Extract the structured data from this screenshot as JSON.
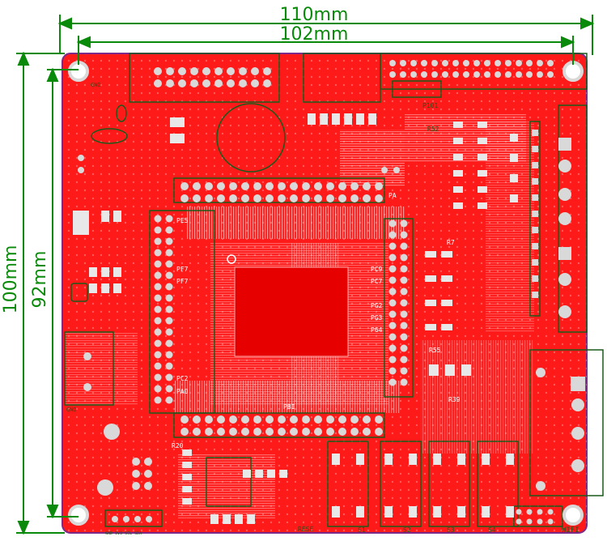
{
  "dimensions": {
    "outer_width": "110mm",
    "inner_width": "102mm",
    "outer_height": "100mm",
    "inner_height": "92mm"
  },
  "colors": {
    "copper": "#ff1a1a",
    "dimension": "#0a8a0a",
    "silkscreen": "#1a5a1a",
    "outline": "#7b2a8a",
    "pad": "#d9d9d9"
  },
  "labels": {
    "pa": "PA",
    "pe5": "PE5",
    "pf7a": "PF7",
    "pf7b": "PF7",
    "pc2": "PC2",
    "pa0": "PA0",
    "pc9": "PC9",
    "pc7": "PC7",
    "pg2": "PG2",
    "pg3": "PG3",
    "p64": "P64",
    "r39": "R39",
    "r20": "R20",
    "r55": "R55",
    "r52": "R52",
    "r7": "R7",
    "pbi": "PBI",
    "p101": "P101",
    "rese": "RESE",
    "s1": "S1",
    "s2": "S2",
    "s3": "S3",
    "s4": "S4",
    "wifi": "WIFI",
    "gnd": "GND",
    "gnd2": "GND",
    "mini_pins": "GND 3V3 SCL SDA"
  },
  "icons": [
    "mounting-hole-icon",
    "dimension-arrow-icon"
  ]
}
